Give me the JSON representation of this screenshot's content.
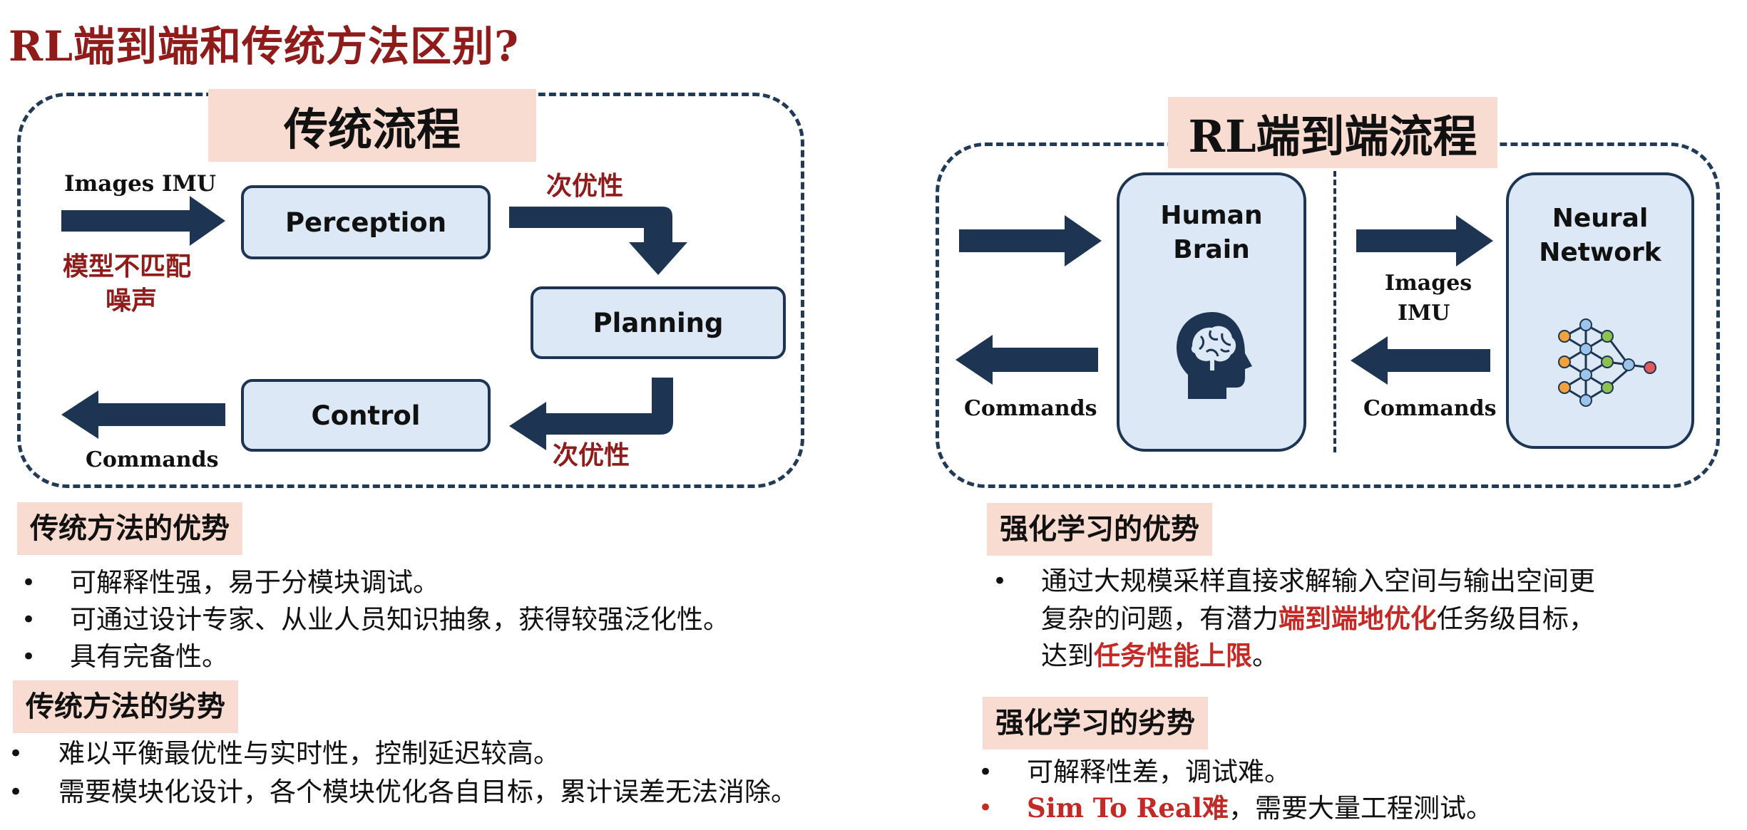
{
  "slide": {
    "title": "RL端到端和传统方法区别?"
  },
  "traditional": {
    "label": "传统流程",
    "inputs": "Images  IMU",
    "input_notes": [
      "模型不匹配",
      "噪声"
    ],
    "modules": {
      "perception": "Perception",
      "planning": "Planning",
      "control": "Control"
    },
    "suboptimal_label_1": "次优性",
    "suboptimal_label_2": "次优性",
    "output": "Commands"
  },
  "rl": {
    "label": "RL端到端流程",
    "brain_label": [
      "Human",
      "Brain"
    ],
    "network_label": [
      "Neural",
      "Network"
    ],
    "inputs": [
      "Images",
      "IMU"
    ],
    "output_left": "Commands",
    "output_right": "Commands",
    "icons": [
      "head-brain-icon",
      "neural-network-icon"
    ]
  },
  "trad_advantages": {
    "heading": "传统方法的优势",
    "items": [
      "可解释性强，易于分模块调试。",
      "可通过设计专家、从业人员知识抽象，获得较强泛化性。",
      "具有完备性。"
    ]
  },
  "trad_disadvantages": {
    "heading": "传统方法的劣势",
    "items": [
      "难以平衡最优性与实时性，控制延迟较高。",
      "需要模块化设计，各个模块优化各自目标，累计误差无法消除。"
    ]
  },
  "rl_advantages": {
    "heading": "强化学习的优势",
    "line1": "通过大规模采样直接求解输入空间与输出空间更",
    "line2_a": "复杂的问题，有潜力",
    "line2_hl": "端到端地优化",
    "line2_b": "任务级目标，",
    "line3_a": "达到",
    "line3_hl": "任务性能上限",
    "line3_b": "。"
  },
  "rl_disadvantages": {
    "heading": "强化学习的劣势",
    "item1": "可解释性差，调试难。",
    "item2_hl": "Sim To Real难",
    "item2_b": "，需要大量工程测试。"
  },
  "colors": {
    "title": "#8f1b1b",
    "navy": "#1d3552",
    "module_fill": "#dce8f6",
    "label_bg": "#f8dcd2",
    "highlight": "#c42a25"
  }
}
